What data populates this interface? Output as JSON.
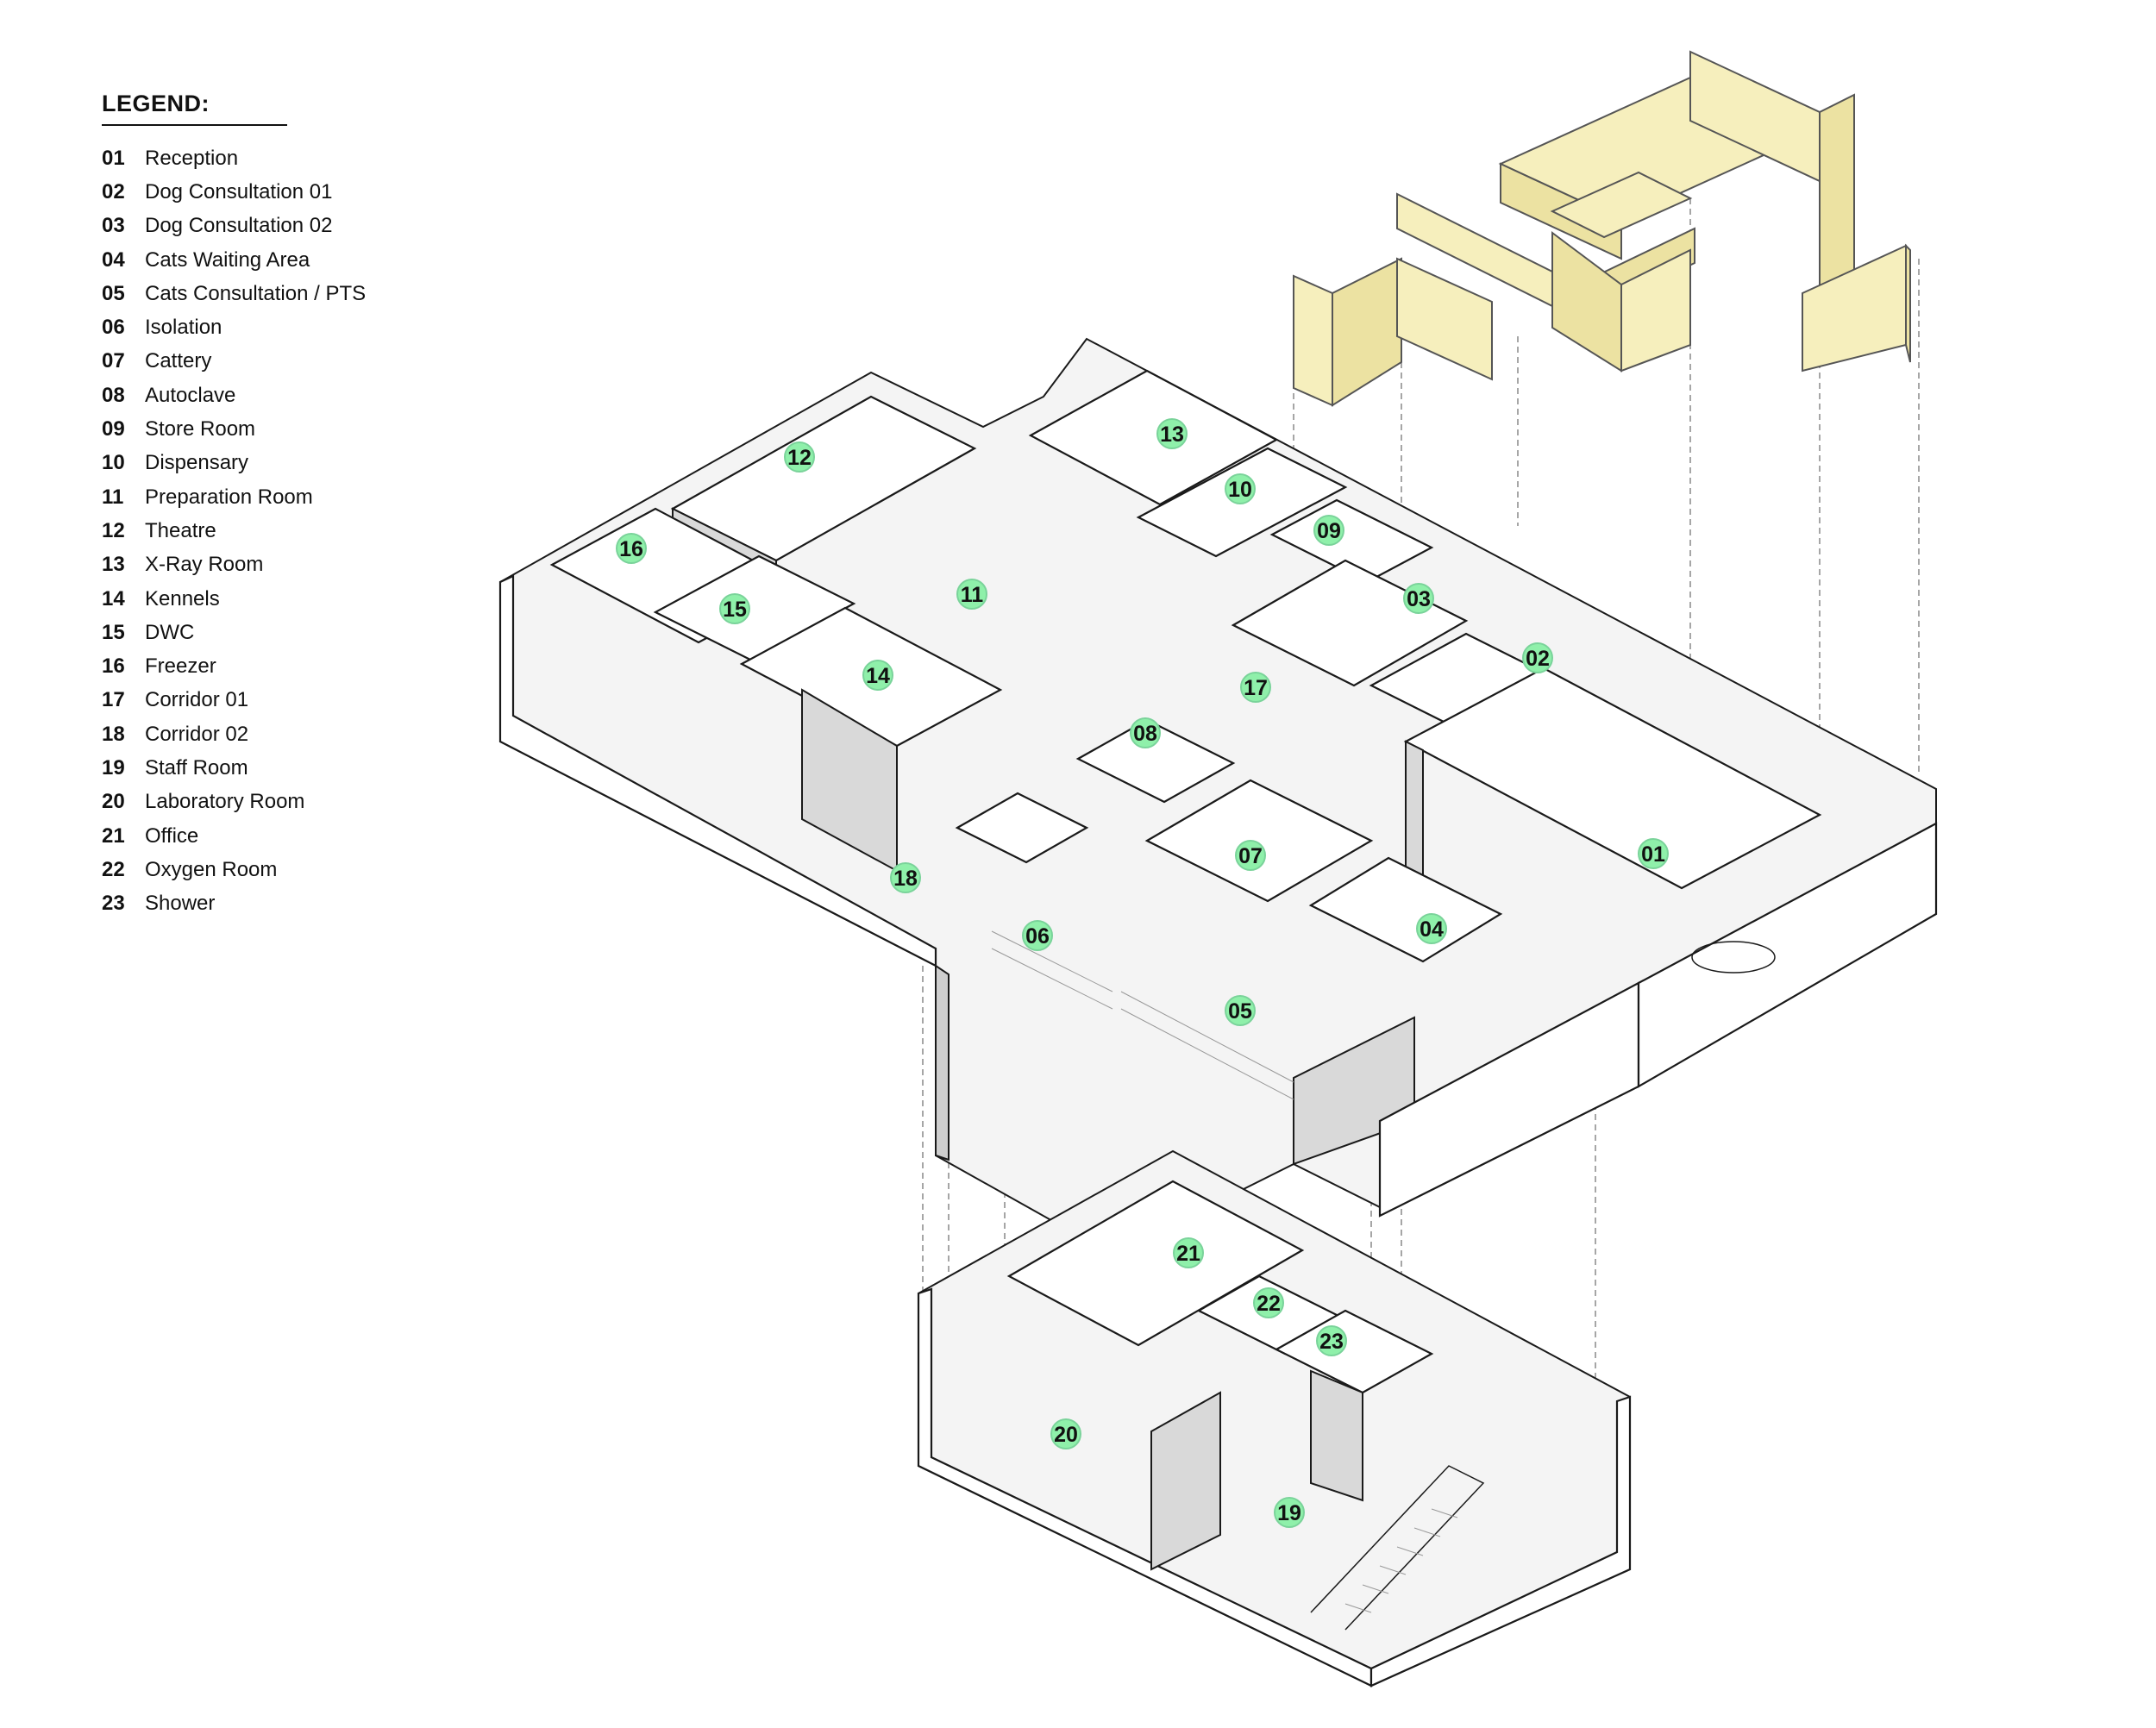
{
  "colors": {
    "tag_fill": "#8ff0aa",
    "joinery": "#f6efbd",
    "joinery_dark": "#ece2a2"
  },
  "legend": {
    "title": "LEGEND:",
    "items": [
      {
        "code": "01",
        "name": "Reception"
      },
      {
        "code": "02",
        "name": "Dog Consultation 01"
      },
      {
        "code": "03",
        "name": "Dog Consultation 02"
      },
      {
        "code": "04",
        "name": "Cats Waiting Area"
      },
      {
        "code": "05",
        "name": "Cats Consultation / PTS"
      },
      {
        "code": "06",
        "name": "Isolation"
      },
      {
        "code": "07",
        "name": "Cattery"
      },
      {
        "code": "08",
        "name": "Autoclave"
      },
      {
        "code": "09",
        "name": "Store Room"
      },
      {
        "code": "10",
        "name": "Dispensary"
      },
      {
        "code": "11",
        "name": "Preparation Room"
      },
      {
        "code": "12",
        "name": "Theatre"
      },
      {
        "code": "13",
        "name": "X-Ray Room"
      },
      {
        "code": "14",
        "name": "Kennels"
      },
      {
        "code": "15",
        "name": "DWC"
      },
      {
        "code": "16",
        "name": "Freezer"
      },
      {
        "code": "17",
        "name": "Corridor 01"
      },
      {
        "code": "18",
        "name": "Corridor 02"
      },
      {
        "code": "19",
        "name": "Staff Room"
      },
      {
        "code": "20",
        "name": "Laboratory Room"
      },
      {
        "code": "21",
        "name": "Office"
      },
      {
        "code": "22",
        "name": "Oxygen Room"
      },
      {
        "code": "23",
        "name": "Shower"
      }
    ]
  },
  "tags": [
    "01",
    "02",
    "03",
    "04",
    "05",
    "06",
    "07",
    "08",
    "09",
    "10",
    "11",
    "12",
    "13",
    "14",
    "15",
    "16",
    "17",
    "18",
    "19",
    "20",
    "21",
    "22",
    "23"
  ]
}
